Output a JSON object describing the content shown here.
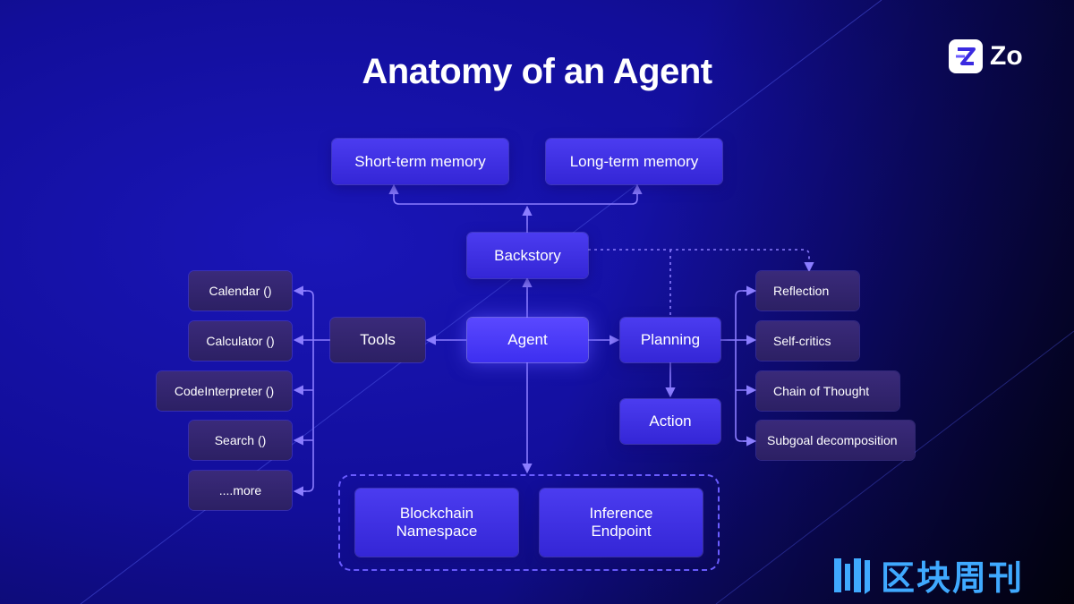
{
  "title": "Anatomy of an Agent",
  "logo": {
    "icon": "zo-logo-icon",
    "text": "Zo"
  },
  "nodes": {
    "short_term_memory": "Short-term memory",
    "long_term_memory": "Long-term memory",
    "backstory": "Backstory",
    "agent": "Agent",
    "tools": "Tools",
    "planning": "Planning",
    "action": "Action",
    "blockchain_namespace": "Blockchain Namespace",
    "inference_endpoint": "Inference Endpoint"
  },
  "tools": [
    "Calendar ()",
    "Calculator ()",
    "CodeInterpreter ()",
    "Search ()",
    "....more"
  ],
  "planning_items": [
    "Reflection",
    "Self-critics",
    "Chain of Thought",
    "Subgoal decomposition"
  ],
  "watermark": {
    "text": "区块周刊",
    "icon": "blockchain-weekly-logo-icon"
  },
  "colors": {
    "accent": "#4b3cf0",
    "line": "#8b7dff",
    "watermark": "#3fa9ff"
  }
}
